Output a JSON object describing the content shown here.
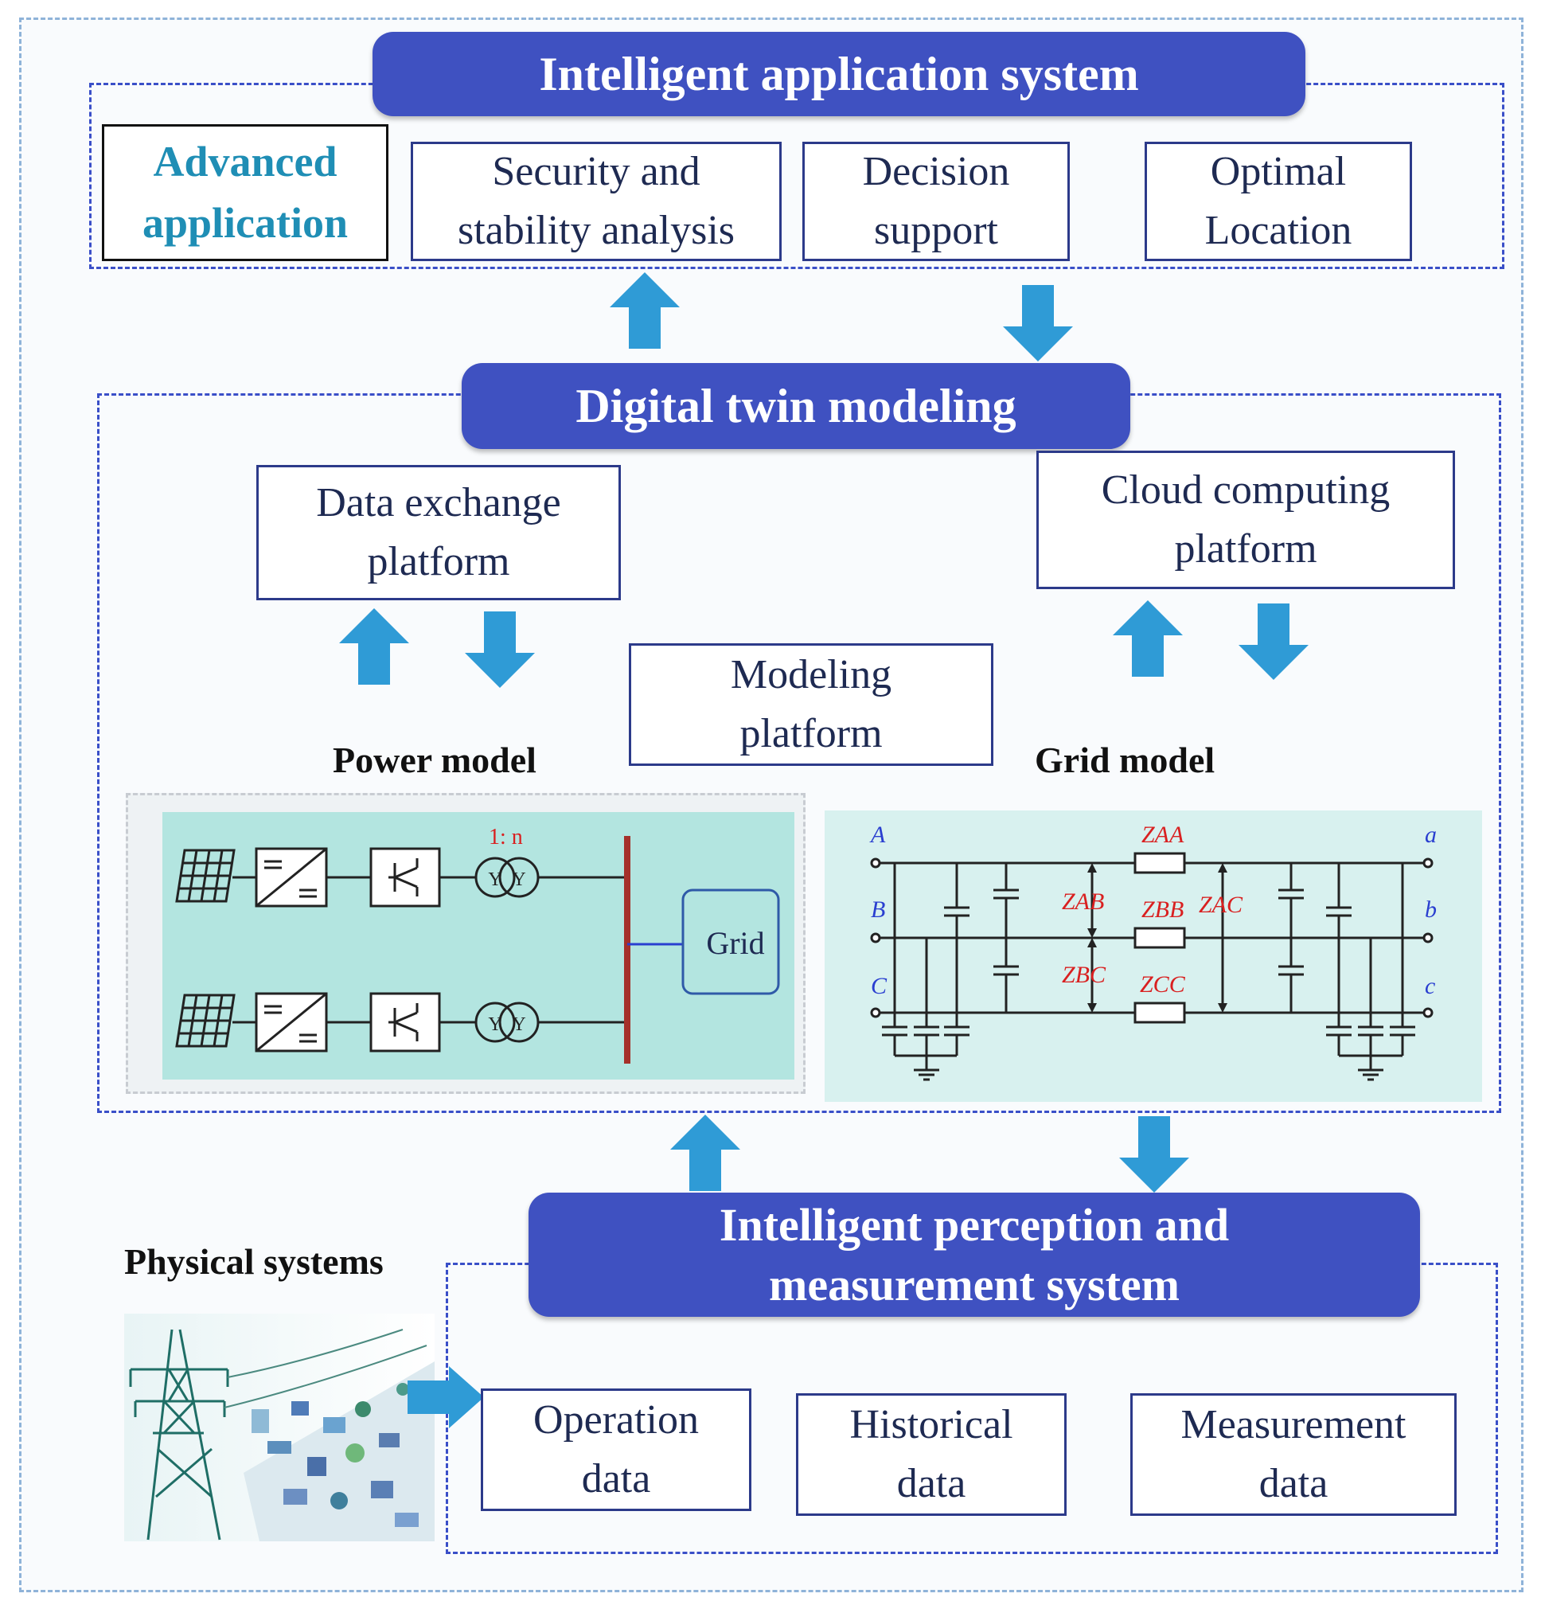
{
  "top": {
    "title": "Intelligent application system",
    "advanced": "Advanced\napplication",
    "items": [
      "Security and\nstability analysis",
      "Decision\nsupport",
      "Optimal\nLocation"
    ]
  },
  "middle": {
    "title": "Digital twin modeling",
    "data_exchange": "Data exchange\nplatform",
    "cloud": "Cloud computing\nplatform",
    "modeling": "Modeling\nplatform",
    "power_model_label": "Power model",
    "grid_model_label": "Grid model",
    "power_model": {
      "ratio": "1: n",
      "grid": "Grid"
    },
    "grid_model": {
      "phases_left": [
        "A",
        "B",
        "C"
      ],
      "phases_right": [
        "a",
        "b",
        "c"
      ],
      "impedances": [
        "ZAA",
        "ZBB",
        "ZCC",
        "ZAB",
        "ZBC",
        "ZAC"
      ]
    }
  },
  "bottom": {
    "title": "Intelligent perception and\nmeasurement system",
    "physical_label": "Physical systems",
    "items": [
      "Operation\ndata",
      "Historical\ndata",
      "Measurement\ndata"
    ]
  },
  "colors": {
    "banner": "#3f51c1",
    "arrow": "#2f9bd6",
    "panel": "#b3e5e0",
    "impedance": "#d92020"
  }
}
